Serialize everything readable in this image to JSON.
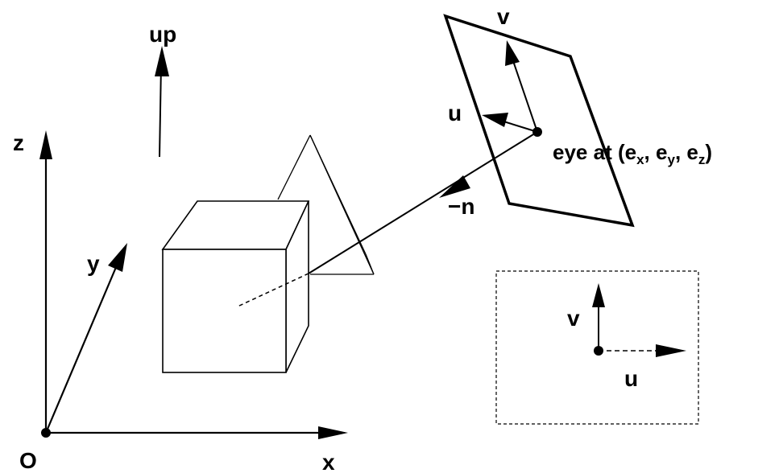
{
  "labels": {
    "up": "up",
    "z_axis": "z",
    "y_axis": "y",
    "x_axis": "x",
    "origin": "O",
    "view_v": "v",
    "view_u": "u",
    "neg_n": "−n",
    "eye_prefix": "eye at (e",
    "eye_sub_x": "x",
    "eye_sep1": ", e",
    "eye_sub_y": "y",
    "eye_sep2": ", e",
    "eye_sub_z": "z",
    "eye_suffix": ")",
    "screen_v": "v",
    "screen_u": "u"
  }
}
